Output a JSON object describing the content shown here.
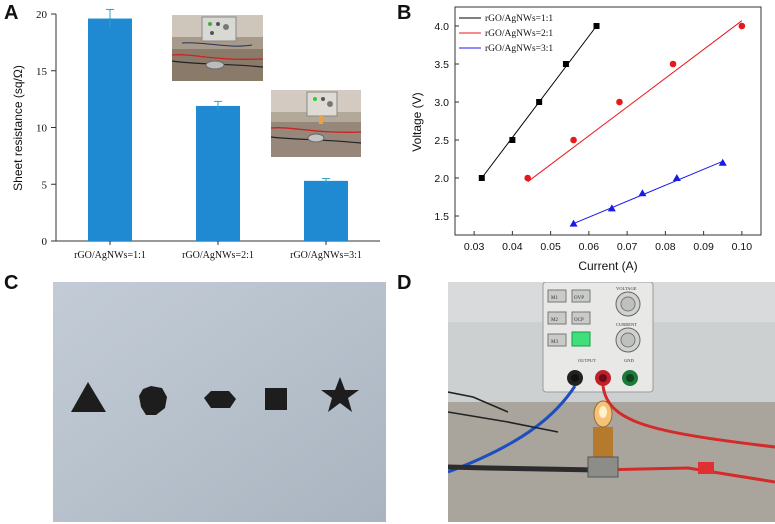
{
  "panels": {
    "a": "A",
    "b": "B",
    "c": "C",
    "d": "D"
  },
  "chart_data": [
    {
      "type": "bar",
      "categories": [
        "rGO/AgNWs=1:1",
        "rGO/AgNWs=2:1",
        "rGO/AgNWs=3:1"
      ],
      "values": [
        19.6,
        11.9,
        5.3
      ],
      "errors": [
        0.8,
        0.4,
        0.2
      ],
      "ylabel": "Sheet resistance (sq/Ω)",
      "xlabel": "",
      "ylim": [
        0,
        20
      ],
      "yticks": [
        "0",
        "5",
        "10",
        "15",
        "20"
      ],
      "bar_color": "#1f8ad1"
    },
    {
      "type": "scatter",
      "xlabel": "Current (A)",
      "ylabel": "Voltage (V)",
      "xlim": [
        0.025,
        0.105
      ],
      "ylim": [
        1.25,
        4.25
      ],
      "xticks": [
        "0.03",
        "0.04",
        "0.05",
        "0.06",
        "0.07",
        "0.08",
        "0.09",
        "0.10"
      ],
      "yticks": [
        "1.5",
        "2.0",
        "2.5",
        "3.0",
        "3.5",
        "4.0"
      ],
      "legend_position": "top-left",
      "series": [
        {
          "name": "rGO/AgNWs=1:1",
          "color": "#000000",
          "marker": "square",
          "x": [
            0.032,
            0.04,
            0.047,
            0.054,
            0.062
          ],
          "y": [
            2.0,
            2.5,
            3.0,
            3.5,
            4.0
          ],
          "fit": [
            [
              0.032,
              2.0
            ],
            [
              0.062,
              4.0
            ]
          ]
        },
        {
          "name": "rGO/AgNWs=2:1",
          "color": "#e8191b",
          "marker": "circle",
          "x": [
            0.044,
            0.056,
            0.068,
            0.082,
            0.1
          ],
          "y": [
            2.0,
            2.5,
            3.0,
            3.5,
            4.0
          ],
          "fit": [
            [
              0.044,
              1.95
            ],
            [
              0.1,
              4.07
            ]
          ]
        },
        {
          "name": "rGO/AgNWs=3:1",
          "color": "#1a1ae6",
          "marker": "triangle",
          "x": [
            0.056,
            0.066,
            0.074,
            0.083,
            0.095
          ],
          "y": [
            1.4,
            1.6,
            1.8,
            2.0,
            2.2
          ],
          "fit": [
            [
              0.056,
              1.4
            ],
            [
              0.095,
              2.22
            ]
          ]
        }
      ]
    }
  ],
  "photo_d": {
    "power_supply_labels": [
      "M1",
      "OVP",
      "M2",
      "OCP",
      "M3",
      "VOLTAGE",
      "CURRENT",
      "OUTPUT",
      "GND"
    ]
  }
}
